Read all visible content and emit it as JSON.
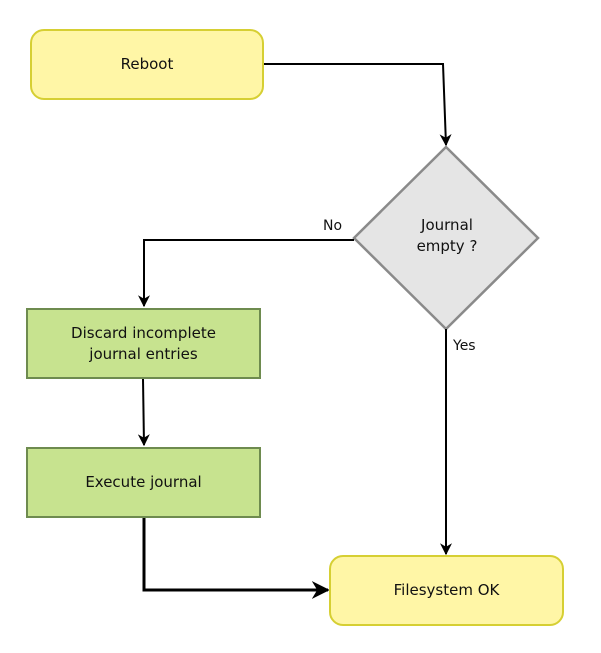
{
  "nodes": {
    "reboot": {
      "label": "Reboot"
    },
    "journal_empty": {
      "label": "Journal\nempty ?"
    },
    "discard": {
      "label": "Discard incomplete\njournal entries"
    },
    "execute": {
      "label": "Execute journal"
    },
    "filesystem_ok": {
      "label": "Filesystem OK"
    }
  },
  "edges": {
    "no_label": "No",
    "yes_label": "Yes"
  },
  "colors": {
    "terminal_fill": "#fff6a6",
    "terminal_border": "#d6cf33",
    "process_fill": "#c7e38f",
    "process_border": "#6e8b4f",
    "decision_fill": "#e5e5e5",
    "decision_border": "#8a8a8a"
  }
}
